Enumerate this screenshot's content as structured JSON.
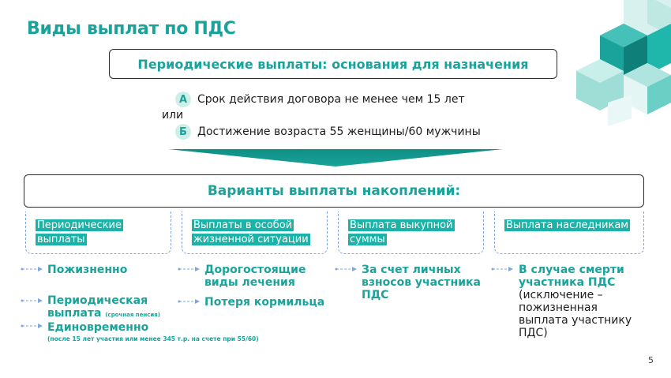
{
  "title": "Виды выплат по ПДС",
  "periodic_header": "Периодические выплаты: основания для назначения",
  "conditions": {
    "a_badge": "А",
    "a_text": "Срок действия договора не менее чем 15 лет",
    "or": "или",
    "b_badge": "Б",
    "b_text": "Достижение возраста 55 женщины/60 мужчины"
  },
  "variants_header": "Варианты выплаты накоплений:",
  "categories": [
    {
      "label_1": "Периодические",
      "label_2": "выплаты",
      "items": [
        {
          "text": "Пожизненно"
        },
        {
          "text_1": "Периодическая",
          "text_2": "выплата",
          "small": "(срочная пенсия)"
        },
        {
          "text": "Единовременно",
          "note": "(после 15 лет участия или менее 345 т.р. на счете при 55/60)"
        }
      ]
    },
    {
      "label_1": "Выплаты в особой",
      "label_2": "жизненной ситуации",
      "items": [
        {
          "text_1": "Дорогостоящие",
          "text_2": "виды лечения"
        },
        {
          "text": "Потеря кормильца"
        }
      ]
    },
    {
      "label_1": "Выплата выкупной",
      "label_2": "суммы",
      "items": [
        {
          "text_1": "За счет личных",
          "text_2": "взносов участника",
          "text_3": "ПДС"
        }
      ]
    },
    {
      "label_1": "Выплата наследникам",
      "items": [
        {
          "text_1": "В случае смерти",
          "text_2": "участника ПДС",
          "n1": "(исключение –",
          "n2": "пожизненная",
          "n3": "выплата участнику",
          "n4": "ПДС)"
        }
      ]
    }
  ],
  "page_number": "5",
  "colors": {
    "accent": "#1aa39a",
    "label_bg": "#1bb3a8",
    "dash": "#7fa6e0"
  }
}
